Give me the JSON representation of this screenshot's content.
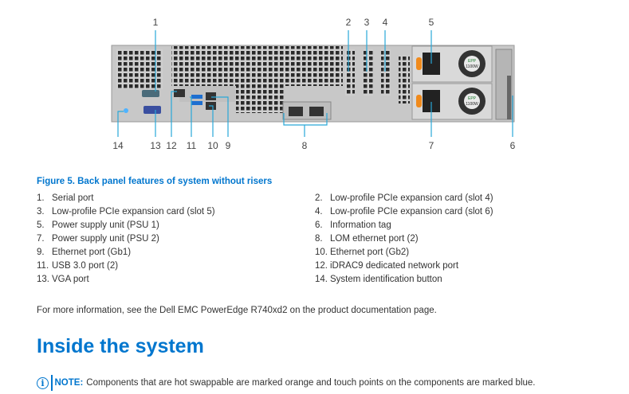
{
  "figure": {
    "callouts": [
      "1",
      "2",
      "3",
      "4",
      "5",
      "6",
      "7",
      "8",
      "9",
      "10",
      "11",
      "12",
      "13",
      "14"
    ],
    "caption": "Figure 5. Back panel features of system without risers",
    "items": [
      {
        "num": "1.",
        "label": "Serial port"
      },
      {
        "num": "2.",
        "label": "Low-profile PCIe expansion card (slot 4)"
      },
      {
        "num": "3.",
        "label": "Low-profile PCIe expansion card (slot 5)"
      },
      {
        "num": "4.",
        "label": "Low-profile PCIe expansion card (slot 6)"
      },
      {
        "num": "5.",
        "label": "Power supply unit (PSU 1)"
      },
      {
        "num": "6.",
        "label": "Information tag"
      },
      {
        "num": "7.",
        "label": "Power supply unit (PSU 2)"
      },
      {
        "num": "8.",
        "label": "LOM ethernet port (2)"
      },
      {
        "num": "9.",
        "label": "Ethernet port (Gb1)"
      },
      {
        "num": "10.",
        "label": "Ethernet port (Gb2)"
      },
      {
        "num": "11.",
        "label": "USB 3.0 port (2)"
      },
      {
        "num": "12.",
        "label": "iDRAC9 dedicated network port"
      },
      {
        "num": "13.",
        "label": "VGA port"
      },
      {
        "num": "14.",
        "label": "System identification button"
      }
    ],
    "psu_label": "EPP",
    "psu_watt": "1100W"
  },
  "paragraph": "For more information, see the Dell EMC PowerEdge R740xd2 on the product documentation page.",
  "heading": "Inside the system",
  "note": {
    "icon": "info-icon",
    "label": "NOTE:",
    "text": "Components that are hot swappable are marked orange and touch points on the components are marked blue."
  },
  "colors": {
    "accent": "#0076ce",
    "callout_line": "#29a8d8",
    "hot_swap": "#f08a1c"
  }
}
